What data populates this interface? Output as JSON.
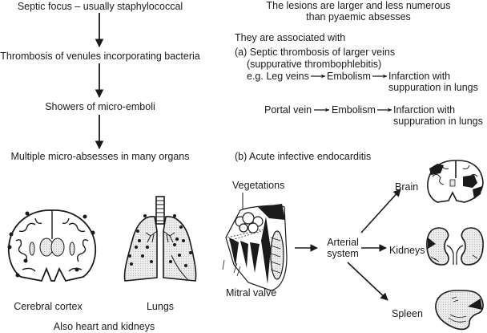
{
  "pyaemia": {
    "steps": [
      "Septic focus – usually staphylococcal",
      "Thrombosis of venules incorporating bacteria",
      "Showers of micro-emboli",
      "Multiple micro-absesses in many organs"
    ],
    "organs": {
      "brain_label": "Cerebral cortex",
      "lungs_label": "Lungs",
      "also": "Also heart and kidneys"
    }
  },
  "septic_infarcts": {
    "intro_line1": "The lesions are larger and less numerous",
    "intro_line2": "than pyaemic absesses",
    "associated": "They are associated with",
    "a": {
      "title": "(a) Septic thrombosis of larger veins",
      "subtitle": "(suppurative thrombophlebitis)",
      "chain1": {
        "prefix": "e.g. Leg veins",
        "mid": "Embolism",
        "result_line1": "Infarction with",
        "result_line2": "suppuration in lungs"
      },
      "chain2": {
        "prefix": "Portal vein",
        "mid": "Embolism",
        "result_line1": "Infarction with",
        "result_line2": "suppuration in lungs"
      }
    },
    "b": {
      "title": "(b) Acute infective endocarditis",
      "heart": {
        "vegetations": "Vegetations",
        "mitral_valve": "Mitral valve"
      },
      "hub": {
        "line1": "Arterial",
        "line2": "system"
      },
      "targets": [
        "Brain",
        "Kidneys",
        "Spleen"
      ]
    }
  },
  "icons": {
    "arrow": "arrow-icon",
    "brain": "brain-section-icon",
    "lungs": "lungs-icon",
    "heart": "heart-section-icon",
    "kidneys": "kidneys-icon",
    "spleen": "spleen-icon"
  },
  "colors": {
    "ink": "#1a1a1a",
    "stipple": "#d9d9d9",
    "paper": "#ffffff"
  }
}
